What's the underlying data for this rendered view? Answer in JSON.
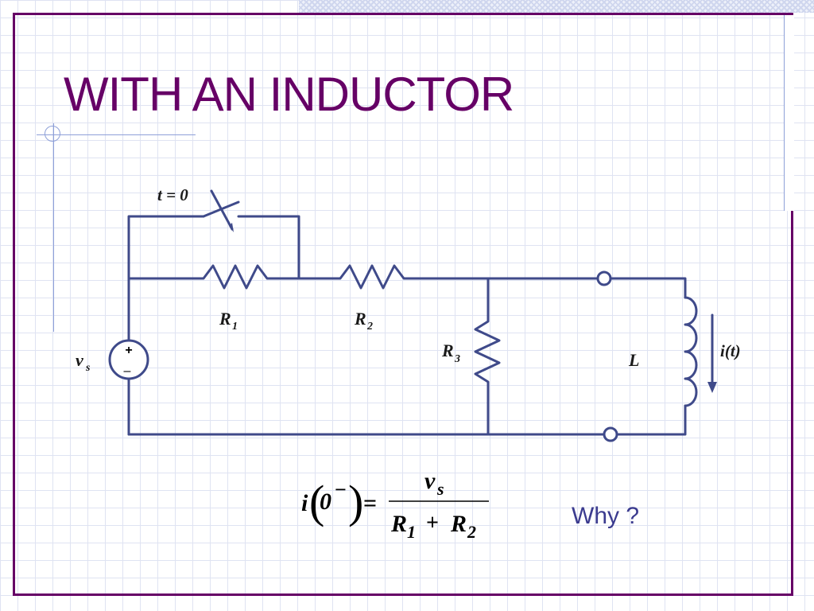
{
  "slide": {
    "title": "WITH AN INDUCTOR",
    "why_text": "Why ?"
  },
  "circuit": {
    "switch_label": "t = 0",
    "source_label": "v",
    "source_sub": "s",
    "source_plus": "+",
    "source_minus": "–",
    "r1_label": "R",
    "r1_sub": "1",
    "r2_label": "R",
    "r2_sub": "2",
    "r3_label": "R",
    "r3_sub": "3",
    "inductor_label": "L",
    "current_label": "i(t)"
  },
  "equation": {
    "lhs_i": "i",
    "lhs_open": "(",
    "lhs_zero": "0",
    "lhs_sup": "−",
    "lhs_close": ")",
    "equals": "=",
    "num_v": "v",
    "num_sub": "s",
    "den_r1": "R",
    "den_r1_sub": "1",
    "den_plus": "+",
    "den_r2": "R",
    "den_r2_sub": "2"
  },
  "colors": {
    "title": "#660066",
    "frame": "#660066",
    "wire": "#3f4a8a",
    "why": "#3b3b8f"
  }
}
